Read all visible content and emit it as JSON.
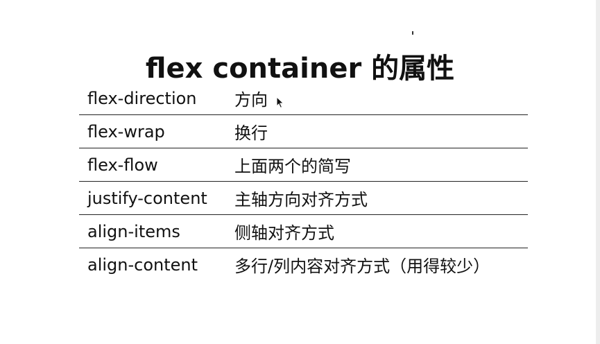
{
  "title": "flex container 的属性",
  "properties": [
    {
      "name": "flex-direction",
      "desc": "方向"
    },
    {
      "name": "flex-wrap",
      "desc": "换行"
    },
    {
      "name": "flex-flow",
      "desc": "上面两个的简写"
    },
    {
      "name": "justify-content",
      "desc": "主轴方向对齐方式"
    },
    {
      "name": "align-items",
      "desc": "侧轴对齐方式"
    },
    {
      "name": "align-content",
      "desc": "多行/列内容对齐方式（用得较少）"
    }
  ],
  "icons": {
    "cursor": "mouse-pointer-icon"
  }
}
